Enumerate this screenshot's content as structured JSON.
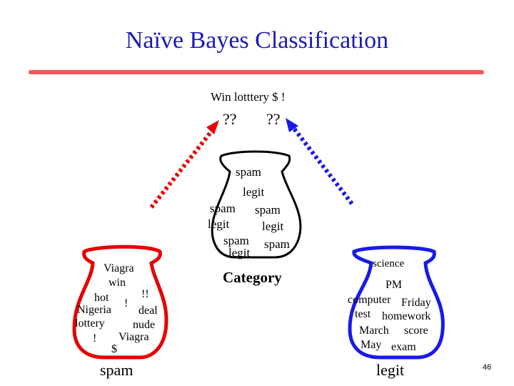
{
  "slide": {
    "title": "Naïve Bayes Classification",
    "page_number": "46"
  },
  "query": {
    "text": "Win lotttery $ !",
    "unknown_left": "??",
    "unknown_right": "??"
  },
  "category_vase": {
    "words": [
      "spam",
      "legit",
      "spam",
      "spam",
      "legit",
      "legit",
      "spam",
      "spam",
      "legit"
    ],
    "label": "Category"
  },
  "spam_vase": {
    "words": [
      "Viagra",
      "win",
      "hot",
      "!!",
      "!",
      "Nigeria",
      "deal",
      "lottery",
      "nude",
      "!",
      "Viagra",
      "$"
    ],
    "label": "spam"
  },
  "legit_vase": {
    "words": [
      "science",
      "PM",
      "computer",
      "Friday",
      "test",
      "homework",
      "March",
      "score",
      "May",
      "exam"
    ],
    "label": "legit"
  },
  "colors": {
    "title": "#1a1ab4",
    "rule": "#ee5a5a",
    "spam": "#e60000",
    "legit": "#1a1ae6",
    "vase_outline": "#000000"
  },
  "icons": {
    "left_arrow": "dashed-arrow-red",
    "right_arrow": "dashed-arrow-blue"
  }
}
